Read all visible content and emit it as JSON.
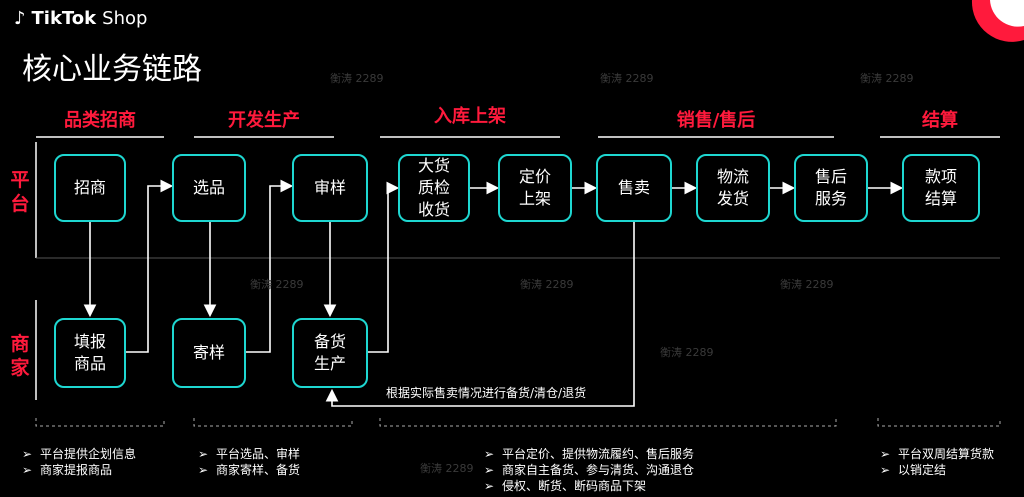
{
  "brand": {
    "logo_text": "TikTok",
    "logo_sub": "Shop"
  },
  "title": "核心业务链路",
  "phases": [
    "品类招商",
    "开发生产",
    "入库上架",
    "销售/售后",
    "结算"
  ],
  "rows": {
    "platform": "平台",
    "merchant": "商家"
  },
  "boxes": {
    "zhaoshang": "招商",
    "tianbao": "填报\n商品",
    "xuanpin": "选品",
    "jiyang": "寄样",
    "shenyang": "审样",
    "beihuo": "备货\n生产",
    "dahuo": "大货\n质检\n收货",
    "dingjia": "定价\n上架",
    "shoumai": "售卖",
    "wuliu": "物流\n发货",
    "shouhou": "售后\n服务",
    "kuanxiang": "款项\n结算"
  },
  "feedback_note": "根据实际售卖情况进行备货/清仓/退货",
  "bullet_groups": [
    [
      "平台提供企划信息",
      "商家提报商品"
    ],
    [
      "平台选品、审样",
      "商家寄样、备货"
    ],
    [
      "平台定价、提供物流履约、售后服务",
      "商家自主备货、参与清货、沟通退仓",
      "侵权、断货、断码商品下架"
    ],
    [
      "平台双周结算货款",
      "以销定结"
    ]
  ],
  "bullet_marker": "➢",
  "watermark": "衡涛 2289",
  "colors": {
    "accent": "#ff1a3c",
    "box_border": "#1ed7d1",
    "arrow": "#ffffff"
  }
}
